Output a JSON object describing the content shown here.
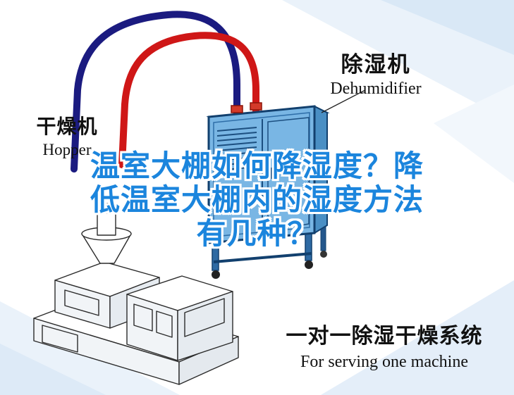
{
  "labels": {
    "hopper_cn": "干燥机",
    "hopper_en": "Hopper",
    "dehumidifier_cn": "除湿机",
    "dehumidifier_en": "Dehumidifier"
  },
  "title": {
    "line1": "温室大棚如何降湿度？降",
    "line2": "低温室大棚内的湿度方法",
    "line3": "有几种？",
    "color": "#1b85dd"
  },
  "caption": {
    "cn": "一对一除湿干燥系统",
    "en": "For serving one machine"
  },
  "colors": {
    "pipe_blue": "#1b1b80",
    "pipe_red": "#cf1717",
    "dehumidifier_body": "#79b6e4",
    "dehumidifier_frame": "#12406e",
    "background_accent": "#d9e8f6",
    "title_blue": "#1b85dd"
  },
  "icons": {
    "dehumidifier_unit": "dehumidifier-cabinet-illustration",
    "hopper_machine": "isometric-machine-illustration",
    "blue_pipe": "blue-hose",
    "red_pipe": "red-hose"
  }
}
